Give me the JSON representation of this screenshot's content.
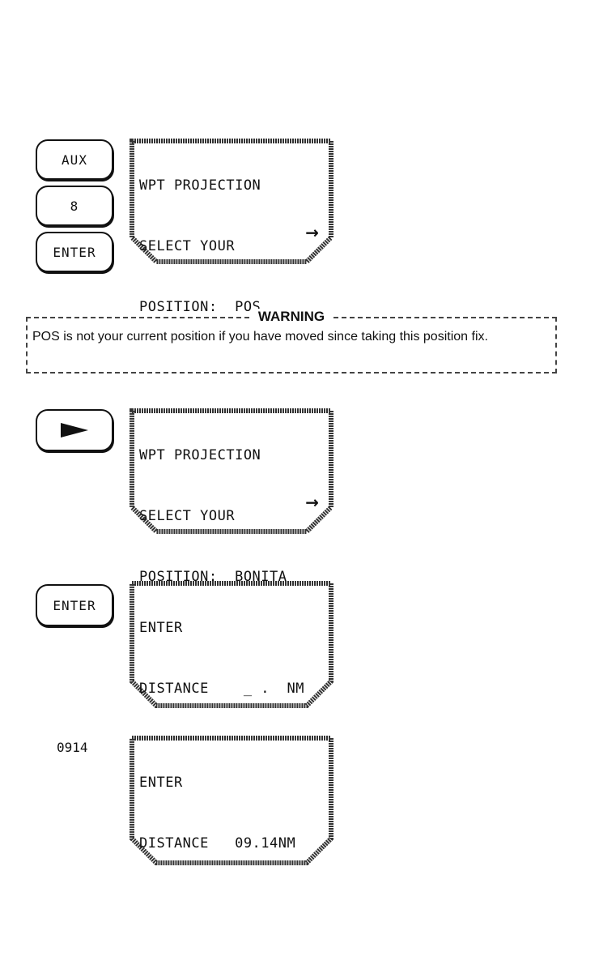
{
  "step1": {
    "keys": [
      "AUX",
      "8",
      "ENTER"
    ],
    "screen": [
      "WPT PROJECTION",
      "SELECT YOUR",
      "POSITION:  POS"
    ],
    "arrow": "→"
  },
  "warning": {
    "title": "WARNING",
    "text": "POS is not your current position if you have moved since taking this position fix."
  },
  "step2": {
    "key_icon": "right-arrow-icon",
    "screen": [
      "WPT PROJECTION",
      "SELECT YOUR",
      "POSITION:  BONITA"
    ],
    "arrow": "→"
  },
  "step3": {
    "key": "ENTER",
    "screen": [
      "ENTER",
      "DISTANCE    _ .  NM"
    ]
  },
  "step4": {
    "input": "0914",
    "screen": [
      "ENTER",
      "DISTANCE   09.14NM"
    ]
  }
}
